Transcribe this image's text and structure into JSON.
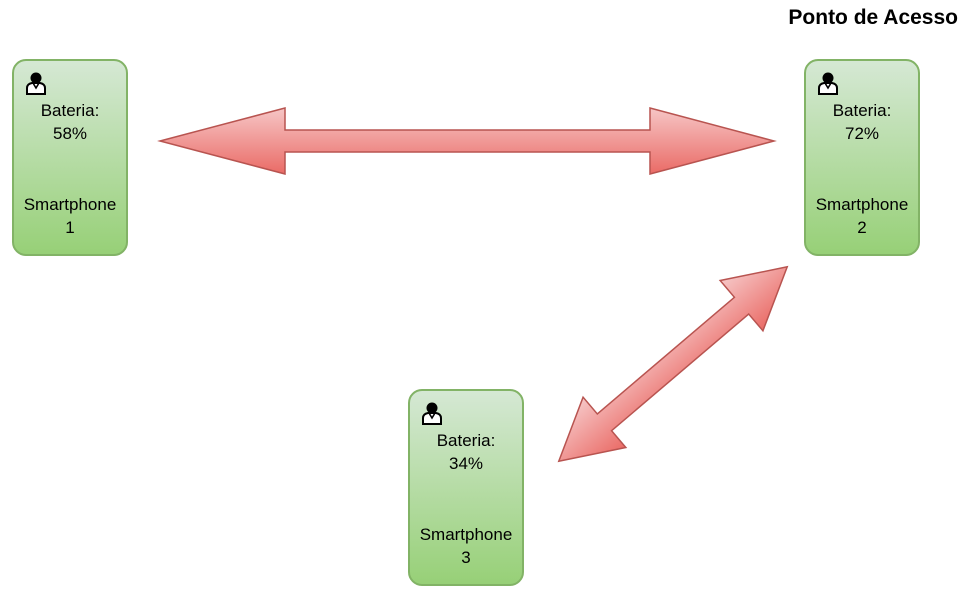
{
  "title": "Ponto de Acesso",
  "nodes": [
    {
      "id": "smartphone-1",
      "battery_label": "Bateria:",
      "battery_value": "58%",
      "name_line1": "Smartphone",
      "name_line2": "1",
      "icon": "user-icon"
    },
    {
      "id": "smartphone-2",
      "battery_label": "Bateria:",
      "battery_value": "72%",
      "name_line1": "Smartphone",
      "name_line2": "2",
      "icon": "user-icon"
    },
    {
      "id": "smartphone-3",
      "battery_label": "Bateria:",
      "battery_value": "34%",
      "name_line1": "Smartphone",
      "name_line2": "3",
      "icon": "user-icon"
    }
  ],
  "connections": [
    {
      "from": "smartphone-1",
      "to": "smartphone-2",
      "type": "bidirectional"
    },
    {
      "from": "smartphone-3",
      "to": "smartphone-2",
      "type": "bidirectional"
    }
  ],
  "colors": {
    "node_fill_top": "#d5e8d4",
    "node_fill_bottom": "#97d077",
    "node_stroke": "#82b366",
    "arrow_fill_light": "#f4b8b8",
    "arrow_fill_dark": "#ea6b66",
    "arrow_stroke": "#b85450"
  }
}
